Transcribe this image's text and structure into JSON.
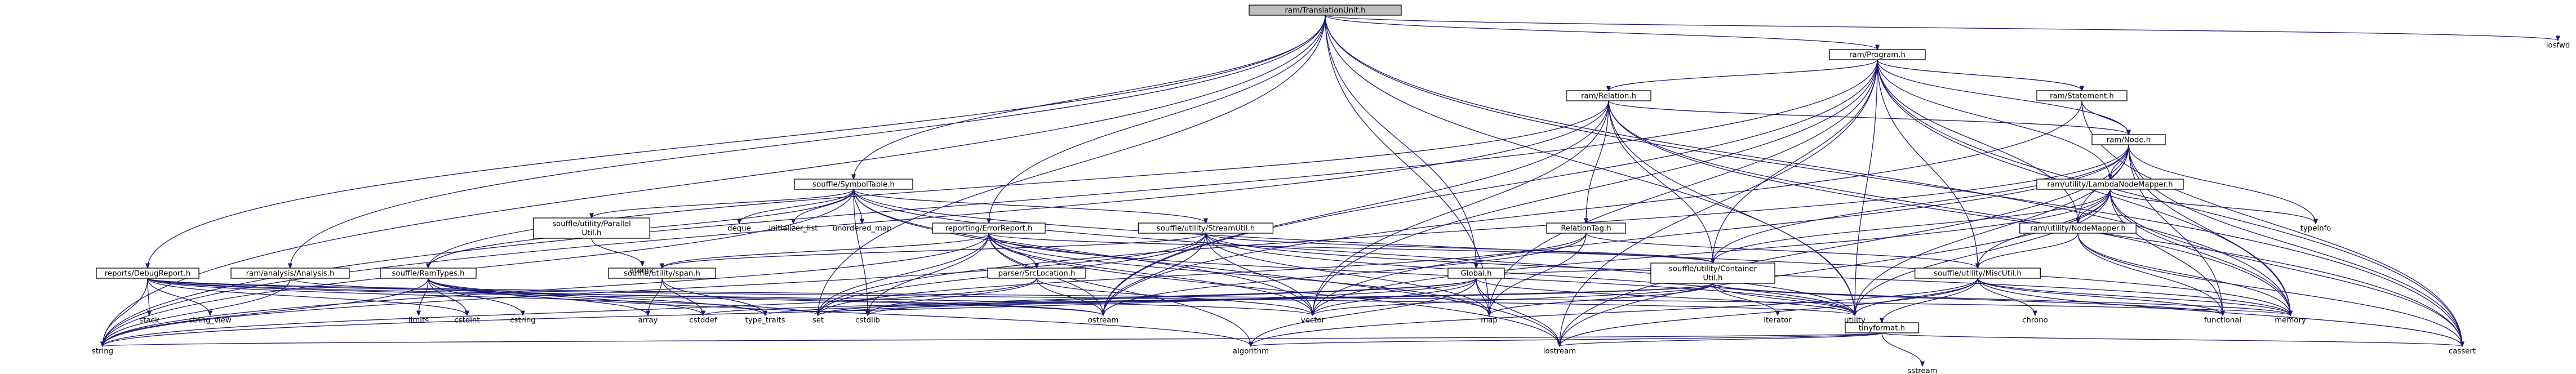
{
  "root": "ram/TranslationUnit.h",
  "colors": {
    "edge": "#191970",
    "root_fill": "#bfbfbf",
    "node_fill": "#ffffff",
    "node_border": "#000000"
  },
  "nodes": [
    {
      "id": "root",
      "label": "ram/TranslationUnit.h",
      "boxed": true,
      "root": true
    },
    {
      "id": "iosfwd",
      "label": "iosfwd"
    },
    {
      "id": "program",
      "label": "ram/Program.h",
      "boxed": true
    },
    {
      "id": "relation",
      "label": "ram/Relation.h",
      "boxed": true
    },
    {
      "id": "statement",
      "label": "ram/Statement.h",
      "boxed": true
    },
    {
      "id": "node",
      "label": "ram/Node.h",
      "boxed": true
    },
    {
      "id": "lnm",
      "label": "ram/utility/LambdaNodeMapper.h",
      "boxed": true
    },
    {
      "id": "nm",
      "label": "ram/utility/NodeMapper.h",
      "boxed": true
    },
    {
      "id": "symtab",
      "label": "souffle/SymbolTable.h",
      "boxed": true
    },
    {
      "id": "errrep",
      "label": "reporting/ErrorReport.h",
      "boxed": true
    },
    {
      "id": "reltag",
      "label": "RelationTag.h",
      "boxed": true
    },
    {
      "id": "parcont",
      "label": [
        "souffle/utility/Parallel",
        "Util.h"
      ],
      "boxed": true
    },
    {
      "id": "streamutil",
      "label": "souffle/utility/StreamUtil.h",
      "boxed": true
    },
    {
      "id": "global",
      "label": "Global.h",
      "boxed": true
    },
    {
      "id": "contutil",
      "label": [
        "souffle/utility/Container",
        "Util.h"
      ],
      "boxed": true
    },
    {
      "id": "miscutil",
      "label": "souffle/utility/MiscUtil.h",
      "boxed": true
    },
    {
      "id": "span",
      "label": "souffle/utility/span.h",
      "boxed": true
    },
    {
      "id": "srcloc",
      "label": "parser/SrcLocation.h",
      "boxed": true
    },
    {
      "id": "ramtypes",
      "label": "souffle/RamTypes.h",
      "boxed": true
    },
    {
      "id": "debugrep",
      "label": "reports/DebugReport.h",
      "boxed": true
    },
    {
      "id": "analysis",
      "label": "ram/analysis/Analysis.h",
      "boxed": true
    },
    {
      "id": "tinyformat",
      "label": "tinyformat.h",
      "boxed": true
    },
    {
      "id": "deque",
      "label": "deque"
    },
    {
      "id": "initlist",
      "label": "initializer_list"
    },
    {
      "id": "umap",
      "label": "unordered_map"
    },
    {
      "id": "atomic",
      "label": "atomic"
    },
    {
      "id": "typeinfo",
      "label": "typeinfo"
    },
    {
      "id": "stack",
      "label": "stack"
    },
    {
      "id": "sview",
      "label": "string_view"
    },
    {
      "id": "limits",
      "label": "limits"
    },
    {
      "id": "cstdint",
      "label": "cstdint"
    },
    {
      "id": "cstring",
      "label": "cstring"
    },
    {
      "id": "array",
      "label": "array"
    },
    {
      "id": "cstddef",
      "label": "cstddef"
    },
    {
      "id": "typetraits",
      "label": "type_traits"
    },
    {
      "id": "set",
      "label": "set"
    },
    {
      "id": "cstdlib",
      "label": "cstdlib"
    },
    {
      "id": "ostream",
      "label": "ostream"
    },
    {
      "id": "vector",
      "label": "vector"
    },
    {
      "id": "map",
      "label": "map"
    },
    {
      "id": "iterator",
      "label": "iterator"
    },
    {
      "id": "utility",
      "label": "utility"
    },
    {
      "id": "chrono",
      "label": "chrono"
    },
    {
      "id": "functional",
      "label": "functional"
    },
    {
      "id": "memory",
      "label": "memory"
    },
    {
      "id": "cassert",
      "label": "cassert"
    },
    {
      "id": "iostream",
      "label": "iostream"
    },
    {
      "id": "sstream",
      "label": "sstream"
    },
    {
      "id": "string",
      "label": "string"
    },
    {
      "id": "algorithm",
      "label": "algorithm"
    }
  ],
  "edges": [
    [
      "root",
      "iosfwd"
    ],
    [
      "root",
      "program"
    ],
    [
      "root",
      "symtab"
    ],
    [
      "root",
      "errrep"
    ],
    [
      "root",
      "debugrep"
    ],
    [
      "root",
      "analysis"
    ],
    [
      "root",
      "global"
    ],
    [
      "root",
      "string"
    ],
    [
      "root",
      "set"
    ],
    [
      "root",
      "map"
    ],
    [
      "root",
      "utility"
    ],
    [
      "root",
      "memory"
    ],
    [
      "root",
      "cassert"
    ],
    [
      "program",
      "relation"
    ],
    [
      "program",
      "statement"
    ],
    [
      "program",
      "node"
    ],
    [
      "program",
      "lnm"
    ],
    [
      "program",
      "nm"
    ],
    [
      "program",
      "contutil"
    ],
    [
      "program",
      "miscutil"
    ],
    [
      "program",
      "string"
    ],
    [
      "program",
      "ostream"
    ],
    [
      "program",
      "vector"
    ],
    [
      "program",
      "map"
    ],
    [
      "program",
      "utility"
    ],
    [
      "program",
      "memory"
    ],
    [
      "program",
      "cassert"
    ],
    [
      "program",
      "iostream"
    ],
    [
      "relation",
      "node"
    ],
    [
      "relation",
      "reltag"
    ],
    [
      "relation",
      "contutil"
    ],
    [
      "relation",
      "ramtypes"
    ],
    [
      "relation",
      "vector"
    ],
    [
      "relation",
      "ostream"
    ],
    [
      "relation",
      "string"
    ],
    [
      "relation",
      "utility"
    ],
    [
      "relation",
      "memory"
    ],
    [
      "relation",
      "cassert"
    ],
    [
      "statement",
      "node"
    ],
    [
      "statement",
      "ostream"
    ],
    [
      "statement",
      "cassert"
    ],
    [
      "node",
      "lnm"
    ],
    [
      "node",
      "nm"
    ],
    [
      "node",
      "contutil"
    ],
    [
      "node",
      "vector"
    ],
    [
      "node",
      "iostream"
    ],
    [
      "node",
      "memory"
    ],
    [
      "node",
      "functional"
    ],
    [
      "node",
      "cassert"
    ],
    [
      "node",
      "typeinfo"
    ],
    [
      "node",
      "utility"
    ],
    [
      "node",
      "set"
    ],
    [
      "lnm",
      "nm"
    ],
    [
      "lnm",
      "miscutil"
    ],
    [
      "lnm",
      "contutil"
    ],
    [
      "lnm",
      "functional"
    ],
    [
      "lnm",
      "memory"
    ],
    [
      "lnm",
      "cassert"
    ],
    [
      "lnm",
      "typeinfo"
    ],
    [
      "lnm",
      "vector"
    ],
    [
      "lnm",
      "utility"
    ],
    [
      "lnm",
      "iostream"
    ],
    [
      "nm",
      "miscutil"
    ],
    [
      "nm",
      "memory"
    ],
    [
      "nm",
      "cassert"
    ],
    [
      "nm",
      "functional"
    ],
    [
      "reltag",
      "ostream"
    ],
    [
      "reltag",
      "miscutil"
    ],
    [
      "reltag",
      "set"
    ],
    [
      "reltag",
      "map"
    ],
    [
      "symtab",
      "parcont"
    ],
    [
      "symtab",
      "streamutil"
    ],
    [
      "symtab",
      "ramtypes"
    ],
    [
      "symtab",
      "deque"
    ],
    [
      "symtab",
      "initlist"
    ],
    [
      "symtab",
      "umap"
    ],
    [
      "symtab",
      "string"
    ],
    [
      "symtab",
      "vector"
    ],
    [
      "symtab",
      "iostream"
    ],
    [
      "symtab",
      "cstdlib"
    ],
    [
      "symtab",
      "memory"
    ],
    [
      "symtab",
      "utility"
    ],
    [
      "parcont",
      "atomic"
    ],
    [
      "streamutil",
      "span"
    ],
    [
      "streamutil",
      "contutil"
    ],
    [
      "streamutil",
      "map"
    ],
    [
      "streamutil",
      "ostream"
    ],
    [
      "streamutil",
      "set"
    ],
    [
      "streamutil",
      "string"
    ],
    [
      "streamutil",
      "vector"
    ],
    [
      "streamutil",
      "utility"
    ],
    [
      "streamutil",
      "memory"
    ],
    [
      "span",
      "cstddef"
    ],
    [
      "span",
      "array"
    ],
    [
      "span",
      "type_traits"
    ],
    [
      "errrep",
      "srcloc"
    ],
    [
      "errrep",
      "span"
    ],
    [
      "errrep",
      "contutil"
    ],
    [
      "errrep",
      "algorithm"
    ],
    [
      "errrep",
      "cstdlib"
    ],
    [
      "errrep",
      "iostream"
    ],
    [
      "errrep",
      "map"
    ],
    [
      "errrep",
      "ostream"
    ],
    [
      "errrep",
      "set"
    ],
    [
      "errrep",
      "string"
    ],
    [
      "errrep",
      "vector"
    ],
    [
      "errrep",
      "utility"
    ],
    [
      "srcloc",
      "string"
    ],
    [
      "srcloc",
      "ostream"
    ],
    [
      "srcloc",
      "vector"
    ],
    [
      "srcloc",
      "cstdlib"
    ],
    [
      "global",
      "contutil"
    ],
    [
      "global",
      "map"
    ],
    [
      "global",
      "string"
    ],
    [
      "global",
      "vector"
    ],
    [
      "global",
      "set"
    ],
    [
      "global",
      "iostream"
    ],
    [
      "global",
      "utility"
    ],
    [
      "global",
      "cstdlib"
    ],
    [
      "global",
      "algorithm"
    ],
    [
      "contutil",
      "iterator"
    ],
    [
      "contutil",
      "map"
    ],
    [
      "contutil",
      "memory"
    ],
    [
      "contutil",
      "set"
    ],
    [
      "contutil",
      "type_traits"
    ],
    [
      "contutil",
      "utility"
    ],
    [
      "contutil",
      "vector"
    ],
    [
      "contutil",
      "functional"
    ],
    [
      "contutil",
      "cstddef"
    ],
    [
      "miscutil",
      "tinyformat"
    ],
    [
      "miscutil",
      "chrono"
    ],
    [
      "miscutil",
      "functional"
    ],
    [
      "miscutil",
      "memory"
    ],
    [
      "miscutil",
      "cassert"
    ],
    [
      "miscutil",
      "utility"
    ],
    [
      "miscutil",
      "iostream"
    ],
    [
      "miscutil",
      "algorithm"
    ],
    [
      "tinyformat",
      "algorithm"
    ],
    [
      "tinyformat",
      "cassert"
    ],
    [
      "tinyformat",
      "iostream"
    ],
    [
      "tinyformat",
      "sstream"
    ],
    [
      "tinyformat",
      "string"
    ],
    [
      "ramtypes",
      "limits"
    ],
    [
      "ramtypes",
      "cstdint"
    ],
    [
      "ramtypes",
      "cstring"
    ],
    [
      "ramtypes",
      "type_traits"
    ],
    [
      "ramtypes",
      "array"
    ],
    [
      "ramtypes",
      "cstddef"
    ],
    [
      "ramtypes",
      "algorithm"
    ],
    [
      "ramtypes",
      "string"
    ],
    [
      "debugrep",
      "stack"
    ],
    [
      "debugrep",
      "sview"
    ],
    [
      "debugrep",
      "string"
    ],
    [
      "debugrep",
      "vector"
    ],
    [
      "debugrep",
      "set"
    ],
    [
      "debugrep",
      "cstdint"
    ],
    [
      "debugrep",
      "ostream"
    ],
    [
      "debugrep",
      "utility"
    ],
    [
      "debugrep",
      "memory"
    ],
    [
      "analysis",
      "string"
    ],
    [
      "analysis",
      "ostream"
    ]
  ]
}
